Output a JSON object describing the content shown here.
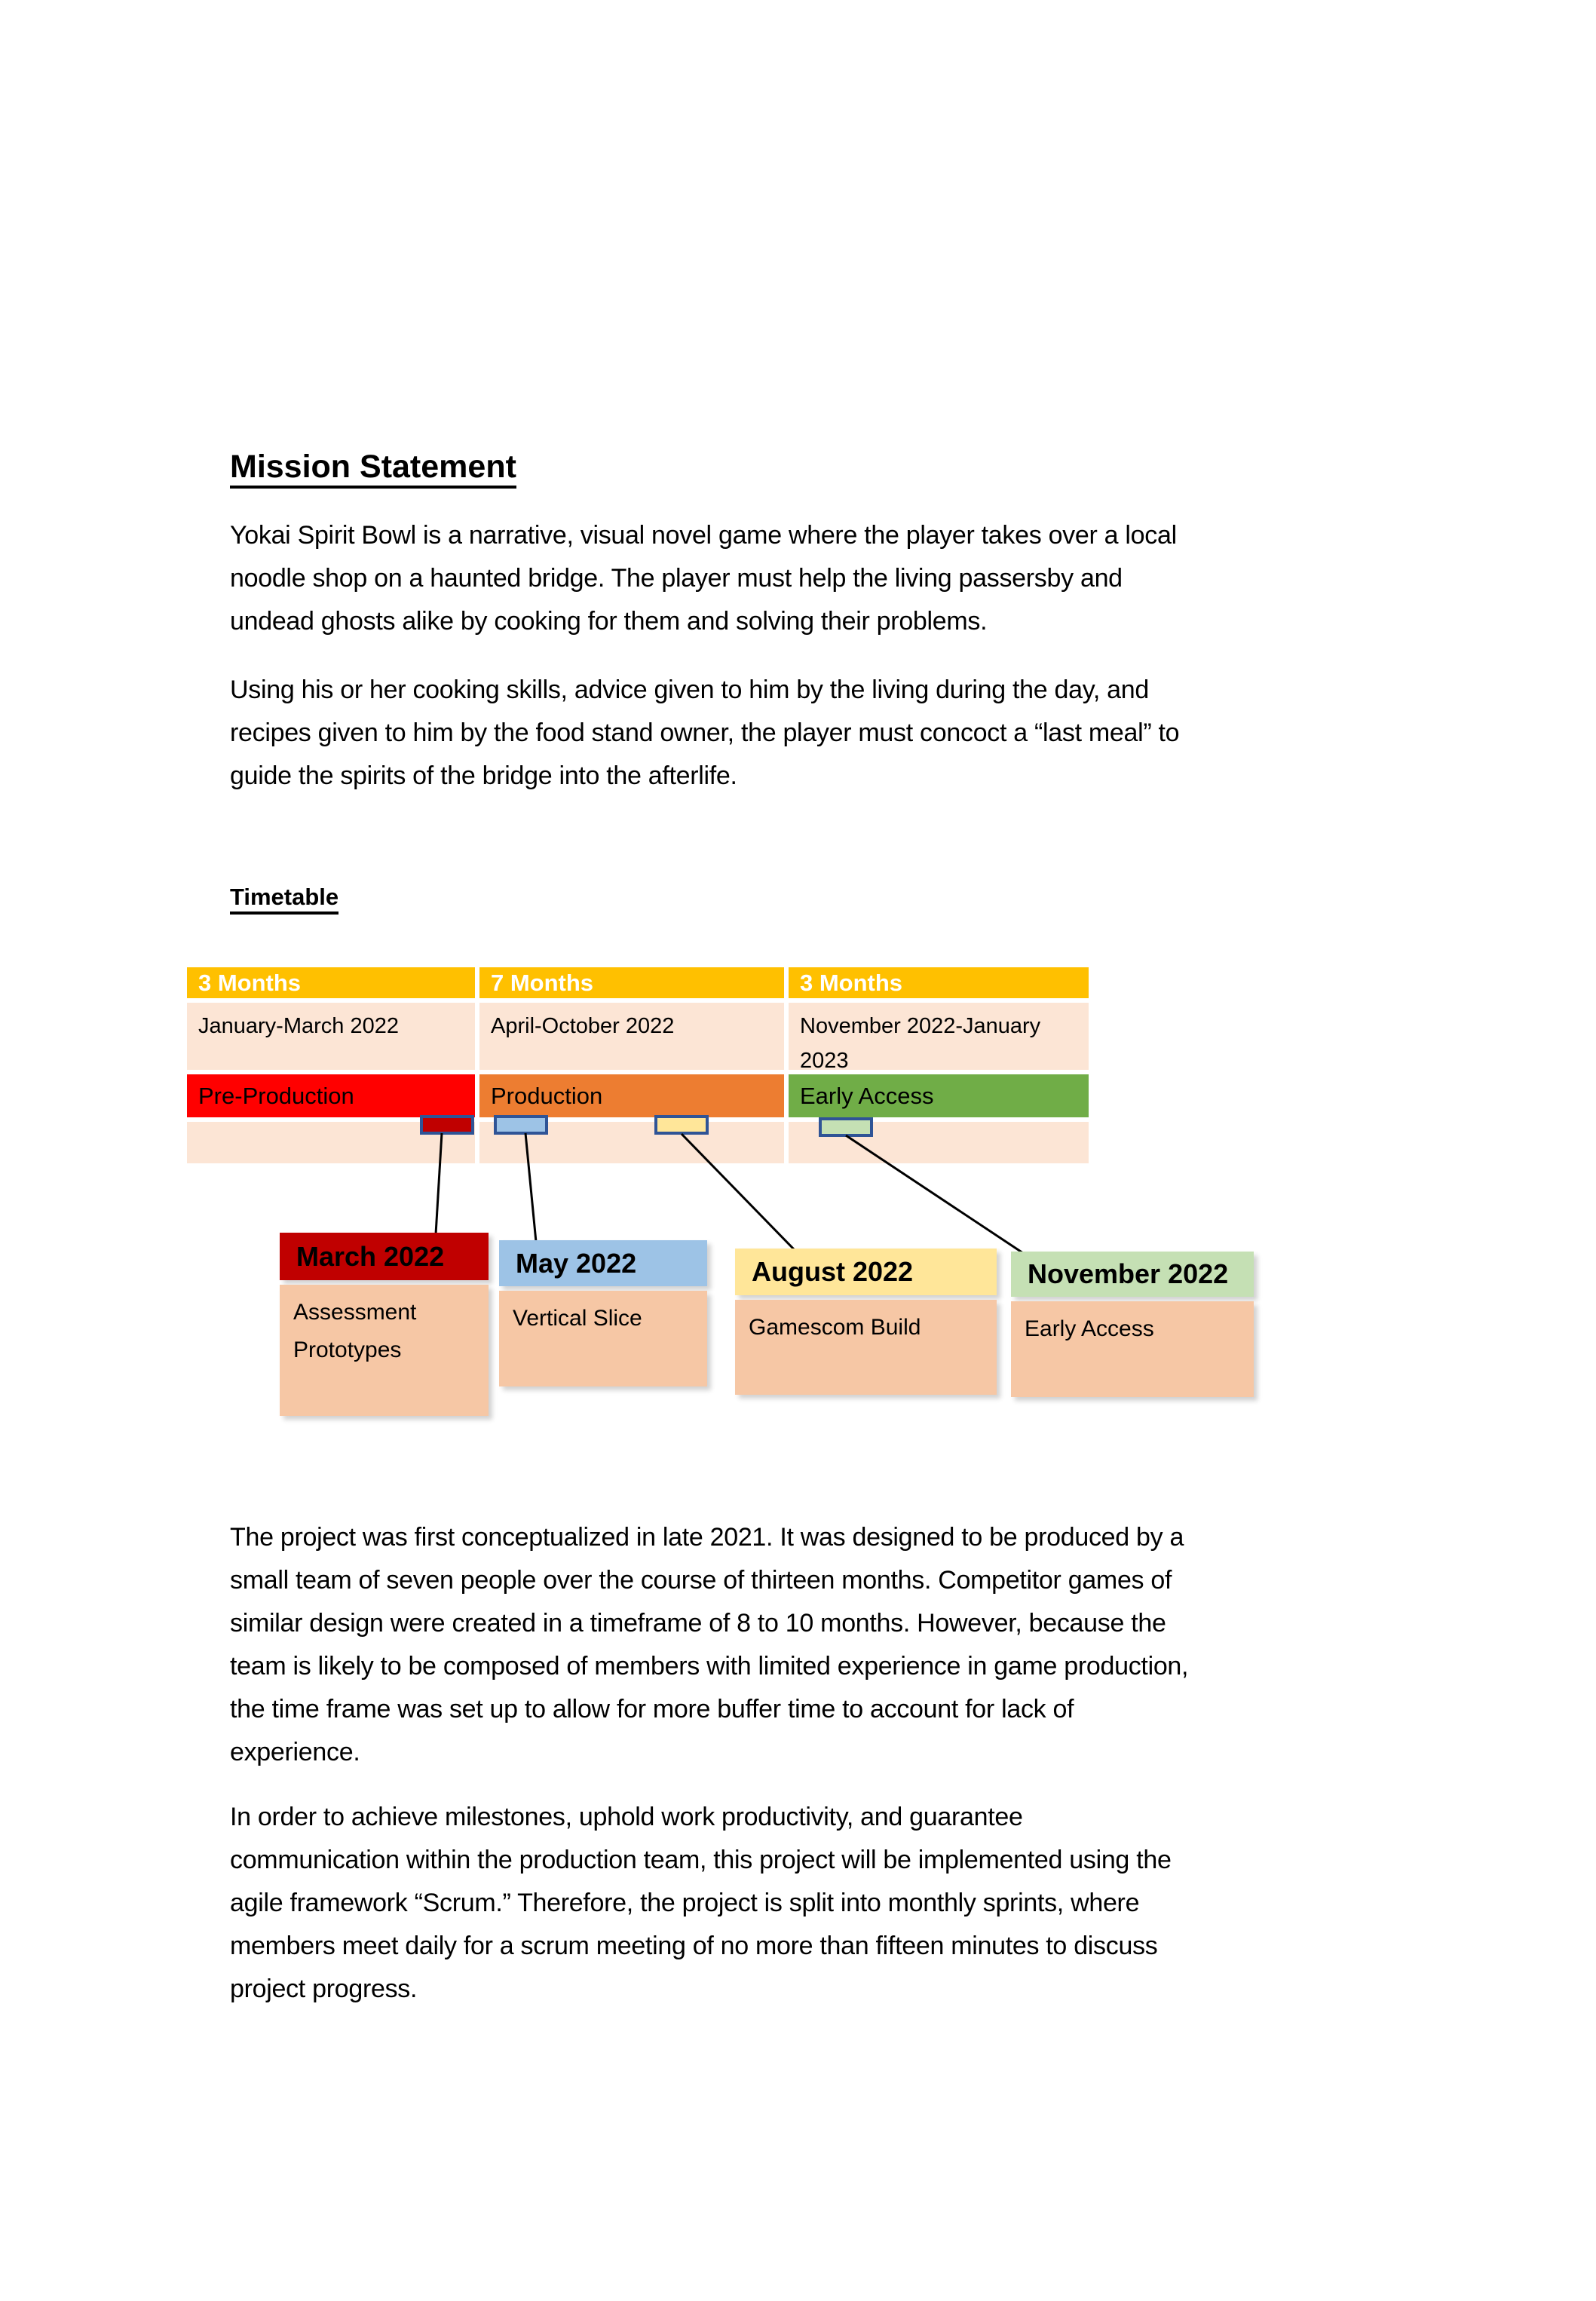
{
  "headings": {
    "mission": "Mission Statement",
    "timetable": "Timetable"
  },
  "paragraphs": {
    "p1": [
      "Yokai Spirit Bowl is a narrative, visual novel game where the player takes over a local",
      "noodle shop on a haunted bridge. The player must help the living passersby and",
      "undead ghosts alike by cooking for them and solving their problems."
    ],
    "p2": [
      "Using his or her cooking skills, advice given to him by the living during the day, and",
      "recipes given to him by the food stand owner, the player must concoct a “last meal” to",
      "guide the spirits of the bridge into the afterlife."
    ],
    "p3": [
      "The project was first conceptualized in late 2021. It was designed to be produced by a",
      "small team of seven people over the course of thirteen months. Competitor games of",
      "similar design were created in a timeframe of 8 to 10 months. However, because the",
      "team is likely to be composed of members with limited experience in game production,",
      "the time frame was set up to allow for more buffer time to account for lack of",
      "experience."
    ],
    "p4": [
      "In order to achieve milestones, uphold work productivity, and guarantee",
      "communication within the production team, this project will be implemented using the",
      "agile framework “Scrum.” Therefore, the project is split into monthly sprints, where",
      "members meet daily for a scrum meeting of no more than fifteen minutes to discuss",
      "project progress."
    ]
  },
  "timetable": {
    "columns": [
      {
        "duration": "3 Months",
        "dates": "January-March 2022",
        "phase": "Pre-Production",
        "phase_color": "#FF0000"
      },
      {
        "duration": "7 Months",
        "dates": "April-October 2022",
        "phase": "Production",
        "phase_color": "#ED7D31"
      },
      {
        "duration": "3 Months",
        "dates": "November 2022-January 2023",
        "phase": "Early Access",
        "phase_color": "#70AD47"
      }
    ],
    "header_color": "#FFC000",
    "row_color": "#FCE5D5"
  },
  "milestones": [
    {
      "date": "March 2022",
      "label": "Assessment Prototypes",
      "color": "#C00000"
    },
    {
      "date": "May 2022",
      "label": "Vertical Slice",
      "color": "#9DC3E6"
    },
    {
      "date": "August 2022",
      "label": "Gamescom Build",
      "color": "#FFE699"
    },
    {
      "date": "November 2022",
      "label": "Early Access",
      "color": "#C5E0B4"
    }
  ],
  "colors": {
    "marker_border": "#2F5496",
    "milestone_body": "#F6C7A5",
    "connector": "#000000"
  }
}
